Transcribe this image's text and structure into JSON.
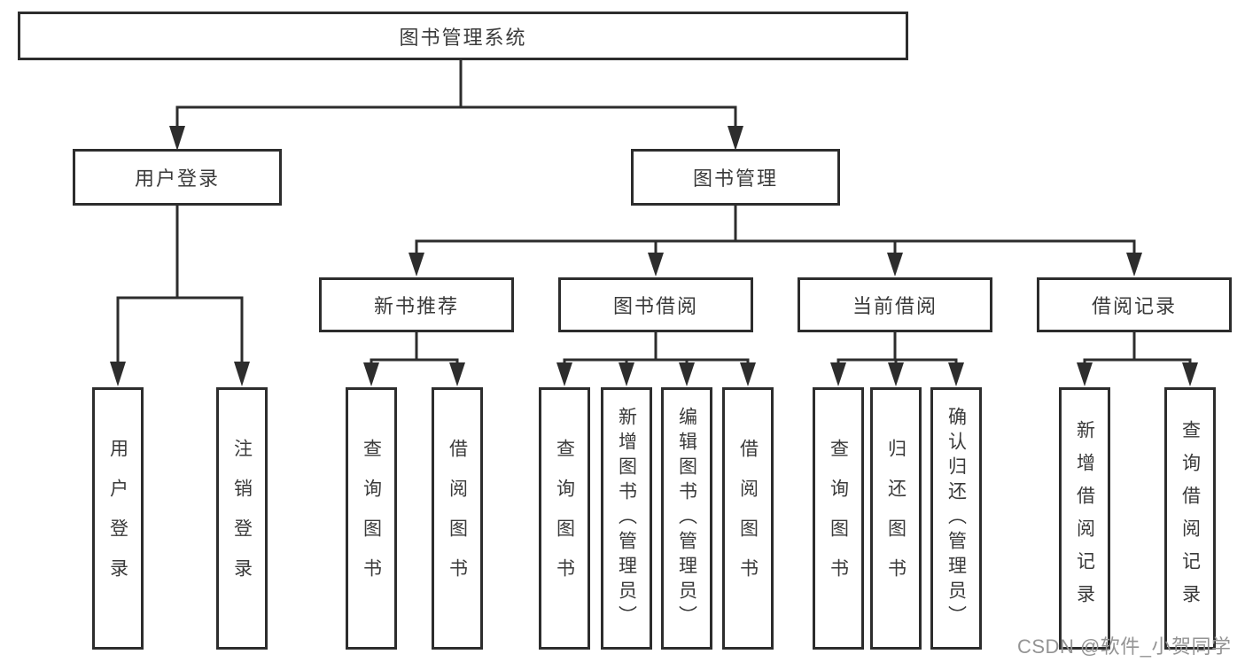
{
  "title": "图书管理系统",
  "watermark": "CSDN @软件_小贺同学",
  "colors": {
    "line": "#2d2d2d",
    "box_border": "#2d2d2d",
    "text": "#3a3a3a",
    "background": "#ffffff",
    "watermark": "#949494"
  },
  "hierarchy": {
    "label": "图书管理系统",
    "children": [
      {
        "label": "用户登录",
        "children": [
          {
            "label": "用户登录"
          },
          {
            "label": "注销登录"
          }
        ]
      },
      {
        "label": "图书管理",
        "children": [
          {
            "label": "新书推荐",
            "children": [
              {
                "label": "查询图书"
              },
              {
                "label": "借阅图书"
              }
            ]
          },
          {
            "label": "图书借阅",
            "children": [
              {
                "label": "查询图书"
              },
              {
                "label": "新增图书（管理员）"
              },
              {
                "label": "编辑图书（管理员）"
              },
              {
                "label": "借阅图书"
              }
            ]
          },
          {
            "label": "当前借阅",
            "children": [
              {
                "label": "查询图书"
              },
              {
                "label": "归还图书"
              },
              {
                "label": "确认归还（管理员）"
              }
            ]
          },
          {
            "label": "借阅记录",
            "children": [
              {
                "label": "新增借阅记录"
              },
              {
                "label": "查询借阅记录"
              }
            ]
          }
        ]
      }
    ]
  }
}
